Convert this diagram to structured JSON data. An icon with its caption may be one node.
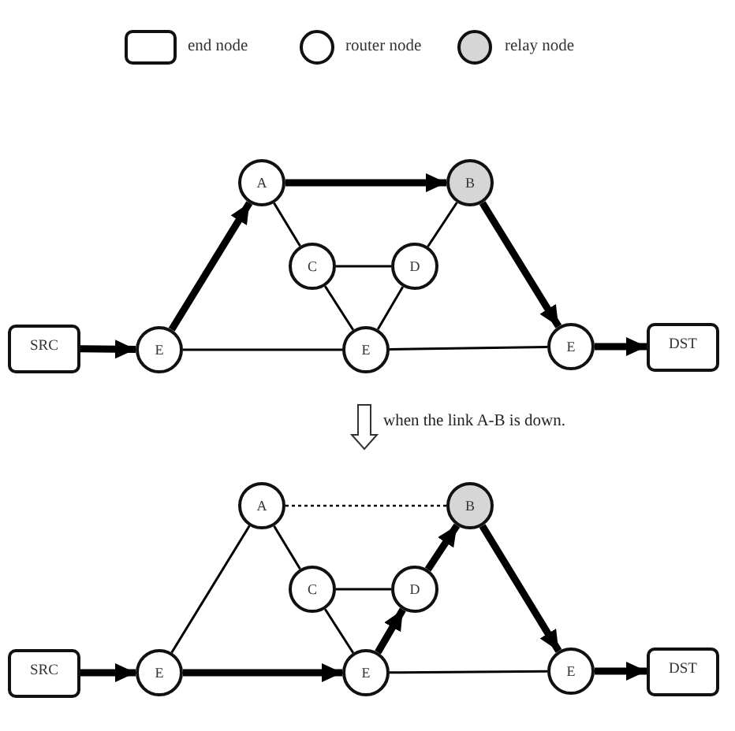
{
  "diagram": {
    "nodes": [
      {
        "text": [
          "A"
        ]
      },
      {
        "text": [
          "B"
        ]
      },
      {
        "text": [
          "C"
        ]
      },
      {
        "text": [
          "D"
        ]
      },
      {
        "text": [
          "SRC"
        ]
      },
      {
        "text": [
          "E"
        ]
      },
      {
        "text": [
          "E"
        ]
      },
      {
        "text": [
          "E"
        ]
      },
      {
        "text": [
          "DST"
        ]
      },
      {
        "text": [
          "A"
        ]
      },
      {
        "text": [
          "B"
        ]
      },
      {
        "text": [
          "C"
        ]
      },
      {
        "text": [
          "D"
        ]
      },
      {
        "text": [
          "SRC"
        ]
      },
      {
        "text": [
          "E"
        ]
      },
      {
        "text": [
          "E"
        ]
      },
      {
        "text": [
          "E"
        ]
      },
      {
        "text": [
          "DST"
        ]
      }
    ],
    "edges": [
      {
        "from": 4,
        "to": 5,
        "arrow": "to",
        "style": "thick"
      },
      {
        "from": 5,
        "to": 0,
        "arrow": "to",
        "style": "thick"
      },
      {
        "from": 0,
        "to": 1,
        "arrow": "to",
        "style": "thick"
      },
      {
        "from": 1,
        "to": 7,
        "arrow": "to",
        "style": "thick"
      },
      {
        "from": 7,
        "to": 8,
        "arrow": "to",
        "style": "thick"
      },
      {
        "from": 0,
        "to": 2,
        "arrow": "none"
      },
      {
        "from": 1,
        "to": 3,
        "arrow": "none"
      },
      {
        "from": 2,
        "to": 3,
        "arrow": "none"
      },
      {
        "from": 2,
        "to": 6,
        "arrow": "none"
      },
      {
        "from": 3,
        "to": 6,
        "arrow": "none"
      },
      {
        "from": 5,
        "to": 6,
        "arrow": "none"
      },
      {
        "from": 6,
        "to": 7,
        "arrow": "none"
      },
      {
        "from": 13,
        "to": 14,
        "arrow": "to",
        "style": "thick"
      },
      {
        "from": 14,
        "to": 15,
        "arrow": "to",
        "style": "thick"
      },
      {
        "from": 15,
        "to": 12,
        "arrow": "to",
        "style": "thick"
      },
      {
        "from": 12,
        "to": 10,
        "arrow": "to",
        "style": "thick"
      },
      {
        "from": 10,
        "to": 16,
        "arrow": "to",
        "style": "thick"
      },
      {
        "from": 16,
        "to": 17,
        "arrow": "to",
        "style": "thick"
      },
      {
        "from": 9,
        "to": 10,
        "arrow": "none",
        "style": "dashed"
      },
      {
        "from": 14,
        "to": 9,
        "arrow": "none"
      },
      {
        "from": 9,
        "to": 11,
        "arrow": "none"
      },
      {
        "from": 11,
        "to": 12,
        "arrow": "none"
      },
      {
        "from": 11,
        "to": 15,
        "arrow": "none"
      },
      {
        "from": 15,
        "to": 16,
        "arrow": "none"
      }
    ],
    "labels": [
      "when the link A-B is down."
    ],
    "legend": [
      {
        "text": "end node"
      },
      {
        "text": "router node"
      },
      {
        "text": "relay node",
        "color": "#d6d6d6"
      }
    ]
  }
}
